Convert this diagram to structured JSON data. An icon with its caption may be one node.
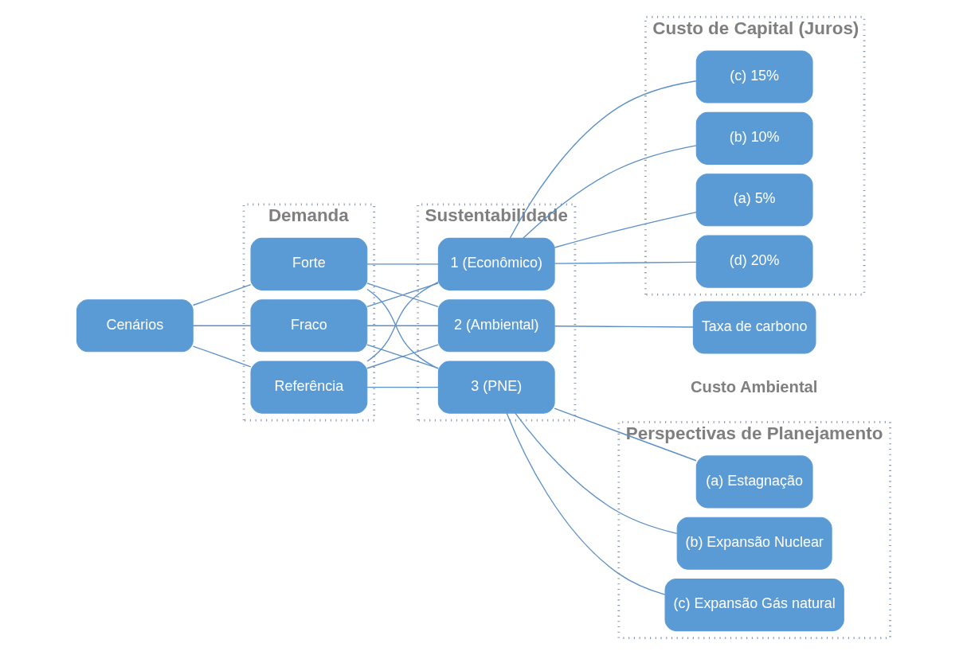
{
  "diagram": {
    "nodes": [
      {
        "text": [
          "Cenários"
        ]
      },
      {
        "text": [
          "Demanda"
        ]
      },
      {
        "text": [
          "Fraco"
        ],
        "in": 1
      },
      {
        "text": [
          "Referência"
        ],
        "in": 1
      },
      {
        "text": [
          "Forte"
        ],
        "in": 1
      },
      {
        "text": [
          "Sustentabilidade"
        ]
      },
      {
        "text": [
          "1 (Econômico)"
        ],
        "in": 5
      },
      {
        "text": [
          "2 (Ambiental)"
        ],
        "in": 5
      },
      {
        "text": [
          "3 (PNE)"
        ],
        "in": 5
      },
      {
        "text": [
          "Custo de Capital (Juros)"
        ]
      },
      {
        "text": [
          "(a) 5%"
        ],
        "in": 9
      },
      {
        "text": [
          "(b) 10%"
        ],
        "in": 9
      },
      {
        "text": [
          "(c) 15%"
        ],
        "in": 9
      },
      {
        "text": [
          "(d) 20%"
        ],
        "in": 9
      },
      {
        "text": [
          "Taxa de carbono"
        ],
        "beside": [
          "Custo Ambiental"
        ]
      },
      {
        "text": [
          "Perspectivas de Planejamento"
        ]
      },
      {
        "text": [
          "(a) Estagnação"
        ],
        "in": 15
      },
      {
        "text": [
          "(b) Expansão Nuclear"
        ],
        "in": 15
      },
      {
        "text": [
          "(c) Expansão Gás natural"
        ],
        "in": 15
      }
    ],
    "edges": [
      {
        "from": 0,
        "to": 2,
        "arrow": "none"
      },
      {
        "from": 0,
        "to": 3,
        "arrow": "none"
      },
      {
        "from": 0,
        "to": 4,
        "arrow": "none"
      },
      {
        "from": 2,
        "to": 6,
        "arrow": "none"
      },
      {
        "from": 2,
        "to": 7,
        "arrow": "none"
      },
      {
        "from": 2,
        "to": 8,
        "arrow": "none"
      },
      {
        "from": 3,
        "to": 6,
        "arrow": "none"
      },
      {
        "from": 3,
        "to": 7,
        "arrow": "none"
      },
      {
        "from": 3,
        "to": 8,
        "arrow": "none"
      },
      {
        "from": 4,
        "to": 6,
        "arrow": "none"
      },
      {
        "from": 4,
        "to": 7,
        "arrow": "none"
      },
      {
        "from": 4,
        "to": 8,
        "arrow": "none"
      },
      {
        "from": 6,
        "to": 10,
        "arrow": "none"
      },
      {
        "from": 6,
        "to": 11,
        "arrow": "none"
      },
      {
        "from": 6,
        "to": 12,
        "arrow": "none"
      },
      {
        "from": 6,
        "to": 13,
        "arrow": "none"
      },
      {
        "from": 7,
        "to": 14,
        "arrow": "none"
      },
      {
        "from": 8,
        "to": 16,
        "arrow": "none"
      },
      {
        "from": 8,
        "to": 17,
        "arrow": "none"
      },
      {
        "from": 8,
        "to": 18,
        "arrow": "none"
      }
    ]
  }
}
